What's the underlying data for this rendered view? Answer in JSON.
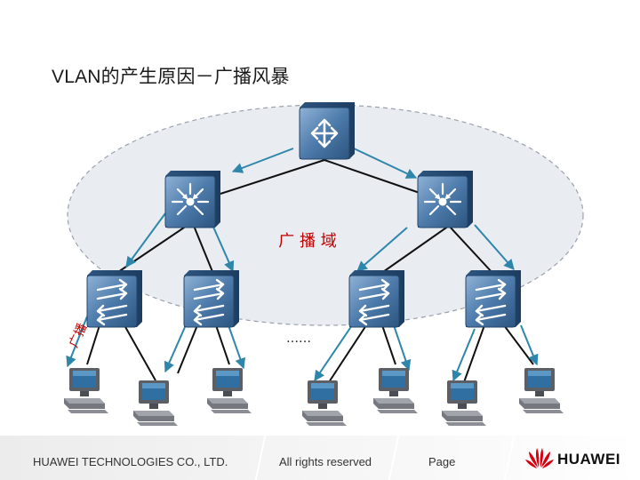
{
  "slide": {
    "title": "VLAN的产生原因－广播风暴"
  },
  "diagram": {
    "broadcast_domain_label": "广 播 域",
    "broadcast_side_label": "广播",
    "ellipsis": "……"
  },
  "footer": {
    "company": "HUAWEI TECHNOLOGIES CO., LTD.",
    "rights": "All rights reserved",
    "page": "Page",
    "brand": "HUAWEI"
  },
  "colors": {
    "arrow": "#2e86ab",
    "device_blue": "#3f6c97",
    "domain_fill": "#e9ecf1"
  },
  "icons": [
    "router-icon",
    "core-switch-icon",
    "switch-icon",
    "pc-icon",
    "huawei-logo-icon"
  ]
}
